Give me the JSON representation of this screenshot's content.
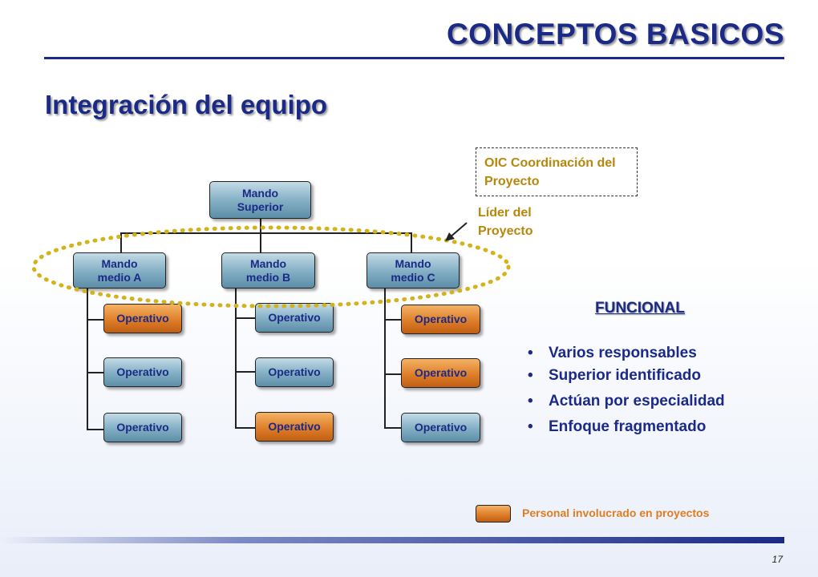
{
  "header": {
    "title": "CONCEPTOS BASICOS"
  },
  "section": {
    "title": "Integración del equipo"
  },
  "org_chart": {
    "top": {
      "label": "Mando Superior"
    },
    "middle": [
      {
        "label": "Mando medio A"
      },
      {
        "label": "Mando medio B"
      },
      {
        "label": "Mando medio C"
      }
    ],
    "operativos": [
      [
        {
          "label": "Operativo",
          "involved": true
        },
        {
          "label": "Operativo",
          "involved": false
        },
        {
          "label": "Operativo",
          "involved": false
        }
      ],
      [
        {
          "label": "Operativo",
          "involved": false
        },
        {
          "label": "Operativo",
          "involved": false
        },
        {
          "label": "Operativo",
          "involved": true
        }
      ],
      [
        {
          "label": "Operativo",
          "involved": true
        },
        {
          "label": "Operativo",
          "involved": true
        },
        {
          "label": "Operativo",
          "involved": false
        }
      ]
    ]
  },
  "annotations": {
    "oic": "OIC Coordinación del Proyecto",
    "leader": "Líder del Proyecto"
  },
  "funcional": {
    "heading": "FUNCIONAL",
    "bullets": [
      "Varios responsables",
      "Superior identificado",
      "Actúan por especialidad",
      "Enfoque fragmentado"
    ]
  },
  "legend": {
    "label": "Personal involucrado en proyectos"
  },
  "footer": {
    "page_number": "17"
  },
  "colors": {
    "title_blue": "#1a2a86",
    "involved_orange": "#de7f2b",
    "box_blue": "#86b1c6",
    "annotation_gold": "#b8860b",
    "ellipse_gold": "#d4b21a"
  }
}
